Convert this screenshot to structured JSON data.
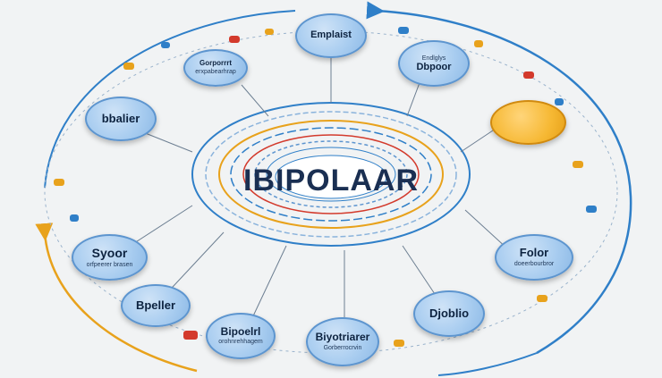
{
  "center": {
    "title": "IBIPOLAAR"
  },
  "nodes": [
    {
      "id": "top",
      "title": "Emplaist",
      "sub": ""
    },
    {
      "id": "upper-right",
      "title": "Dbpoor",
      "sub": "Endlglys"
    },
    {
      "id": "upper-left",
      "title": "Gorporrrt",
      "sub": "erxpabearhrap"
    },
    {
      "id": "left",
      "title": "bbalier",
      "sub": ""
    },
    {
      "id": "right-orange",
      "title": "",
      "sub": ""
    },
    {
      "id": "left-lower",
      "title": "Syoor",
      "sub": "orfpeerer brasen"
    },
    {
      "id": "right-lower",
      "title": "Folor",
      "sub": "doeerbourbror"
    },
    {
      "id": "bottom-left-1",
      "title": "Bpeller",
      "sub": ""
    },
    {
      "id": "bottom-left-2",
      "title": "Bipoelrl",
      "sub": "orohnrehhagem"
    },
    {
      "id": "bottom-center",
      "title": "Biyotriarer",
      "sub": "Gorberrocrvin"
    },
    {
      "id": "bottom-right",
      "title": "Djoblio",
      "sub": ""
    }
  ],
  "colors": {
    "blue": "#a9cdf0",
    "orange": "#f6b833",
    "ring": "#2f7fc8",
    "accent": "#e8a21c",
    "red": "#d33a2c"
  }
}
